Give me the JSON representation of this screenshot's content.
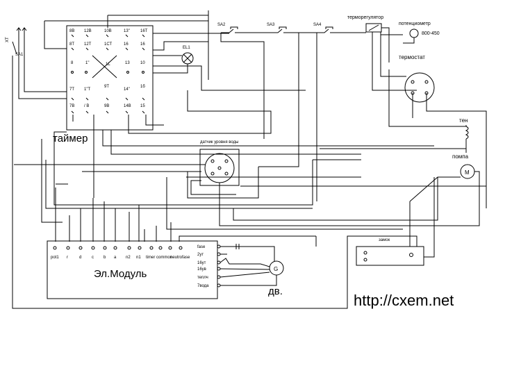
{
  "labels": {
    "timer": "таймер",
    "module": "Эл.Модуль",
    "motor_short": "дв.",
    "url": "http://cxem.net",
    "thermoregulator": "терморегулятор",
    "potentiometer": "потенциометр",
    "pot_value": "800-450",
    "thermostat": "термостат",
    "heater": "тен",
    "pump": "помпа",
    "lock": "замок",
    "water_sensor": "датчик уровня воды",
    "switch_sa1": "SA1",
    "switch_sa2": "SA2",
    "switch_sa3": "SA3",
    "switch_sa4": "SA4",
    "plug": "XT",
    "lamp": "EL1",
    "gen": "G",
    "pump_motor": "M"
  },
  "timer_terminals": [
    "8В",
    "12В",
    "10В",
    "13\"",
    "16Т",
    "8Т",
    "12Т",
    "1СТ",
    "16",
    "16",
    "8",
    "1\"",
    "1L",
    "13",
    "10",
    "7Т",
    "1\"Т",
    "9Т",
    "14\"",
    "1б",
    "7В",
    "/ В",
    "9В",
    "14В",
    "15"
  ],
  "module_terminals": [
    "pot1",
    "r",
    "d",
    "c",
    "b",
    "a",
    "n2",
    "n1",
    "timer",
    "common",
    "neutro",
    "fase"
  ],
  "module_side_terminals": [
    "fase",
    "2ут",
    "16ут",
    "16ув",
    "теплч",
    "7вода"
  ]
}
